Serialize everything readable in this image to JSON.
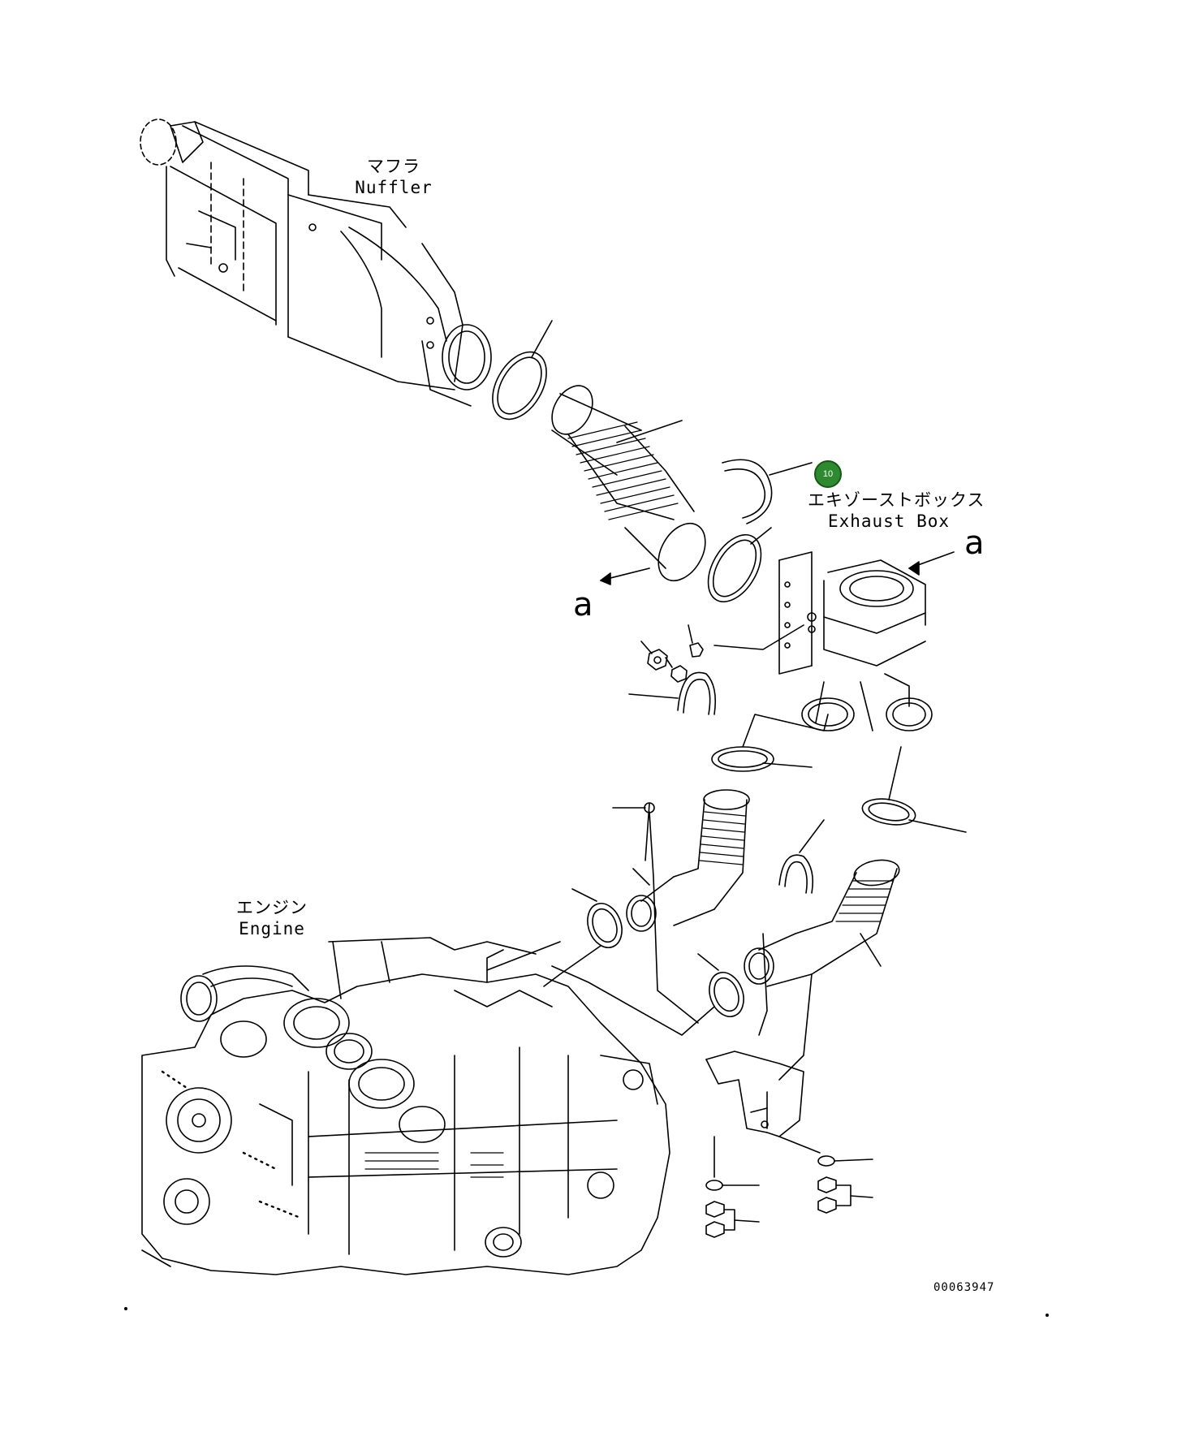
{
  "labels": {
    "muffler_ja": "マフラ",
    "muffler_en": "Nuffler",
    "exhaust_box_ja": "エキゾーストボックス",
    "exhaust_box_en": "Exhaust Box",
    "engine_ja": "エンジン",
    "engine_en": "Engine"
  },
  "references": {
    "a_top": "a",
    "a_left": "a"
  },
  "callout": {
    "number": "10",
    "color": "#2e8a2e"
  },
  "drawing_number": "00063947"
}
